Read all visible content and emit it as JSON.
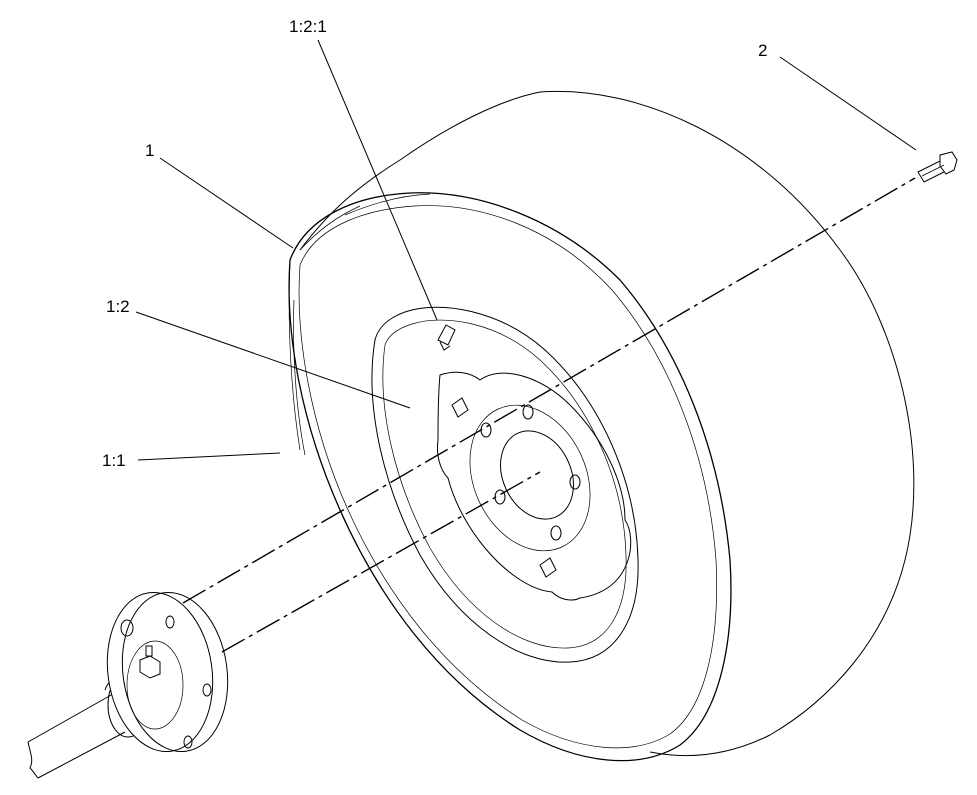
{
  "diagram": {
    "callouts": [
      {
        "id": "1",
        "text": "1"
      },
      {
        "id": "1:1",
        "text": "1:1"
      },
      {
        "id": "1:2",
        "text": "1:2"
      },
      {
        "id": "1:2:1",
        "text": "1:2:1"
      },
      {
        "id": "2",
        "text": "2"
      }
    ],
    "parts": [
      {
        "name": "wheel-assembly",
        "callout": "1"
      },
      {
        "name": "tire",
        "callout": "1:1"
      },
      {
        "name": "wheel-rim",
        "callout": "1:2"
      },
      {
        "name": "valve-stem",
        "callout": "1:2:1"
      },
      {
        "name": "lug-bolt",
        "callout": "2"
      },
      {
        "name": "axle-hub"
      }
    ]
  }
}
